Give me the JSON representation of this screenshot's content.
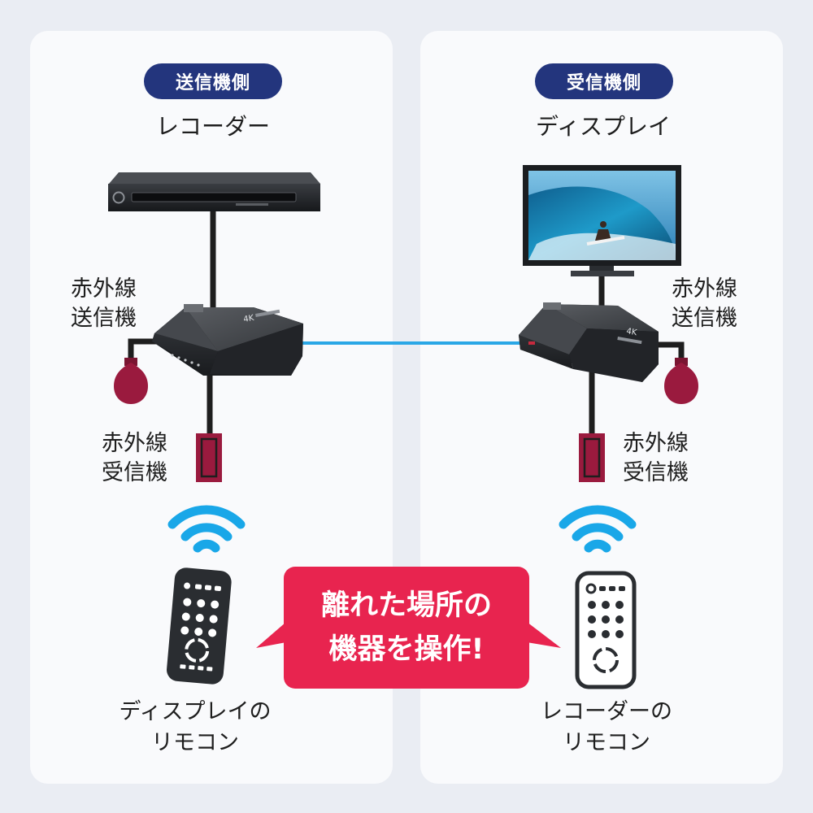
{
  "left_panel": {
    "badge": "送信機側",
    "device": "レコーダー",
    "ir_emitter_label": [
      "赤外線",
      "送信機"
    ],
    "ir_receiver_label": [
      "赤外線",
      "受信機"
    ],
    "remote_caption": [
      "ディスプレイの",
      "リモコン"
    ]
  },
  "right_panel": {
    "badge": "受信機側",
    "device": "ディスプレイ",
    "ir_emitter_label": [
      "赤外線",
      "送信機"
    ],
    "ir_receiver_label": [
      "赤外線",
      "受信機"
    ],
    "remote_caption": [
      "レコーダーの",
      "リモコン"
    ]
  },
  "callout": [
    "離れた場所の",
    "機器を操作!"
  ],
  "extender_badge": "4K",
  "colors": {
    "badge_bg": "#23357d",
    "callout_bg": "#e8244f",
    "cable": "#1e1e1e",
    "link": "#2aa7e6",
    "ir_accent": "#9a1a3e",
    "signal": "#19a7e8",
    "panel_bg": "#f9fafc",
    "page_bg": "#eaedf3"
  },
  "icons": [
    "recorder-icon",
    "display-icon",
    "extender-icon",
    "ir-emitter-icon",
    "ir-receiver-icon",
    "wifi-signal-icon",
    "remote-icon"
  ]
}
